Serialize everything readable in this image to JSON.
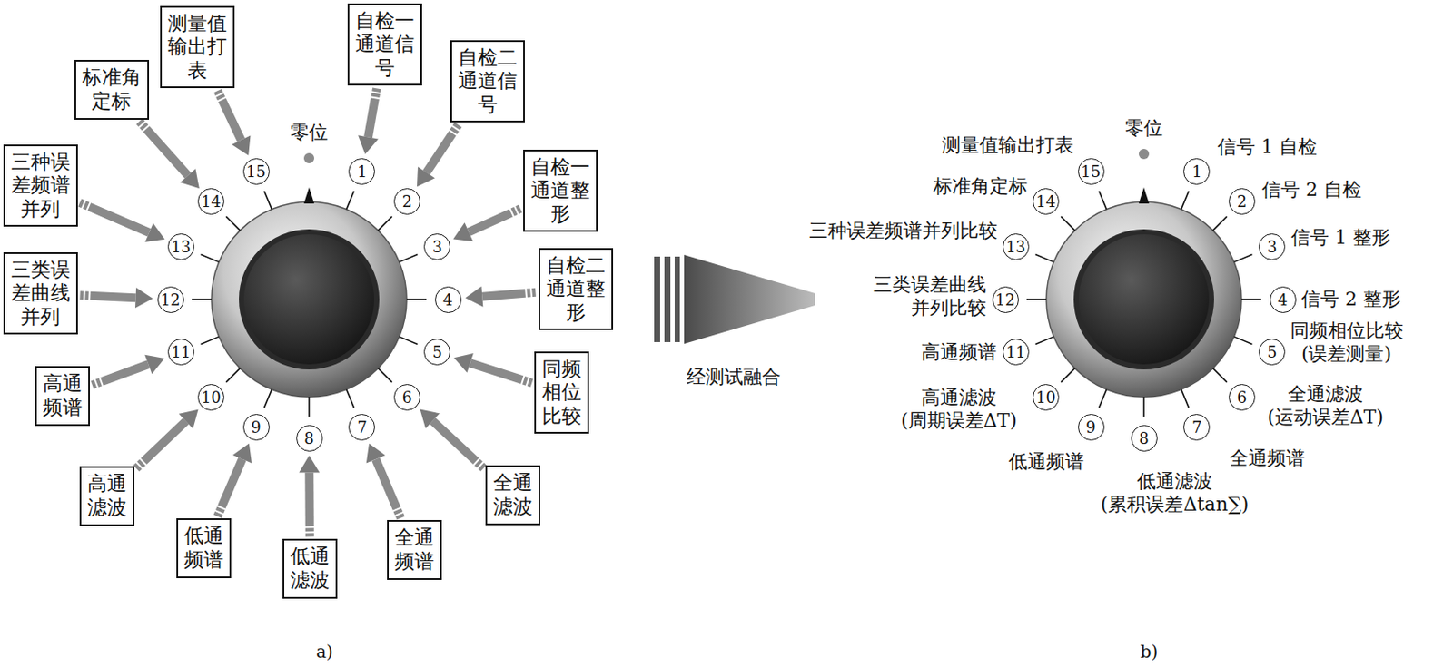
{
  "diagram": {
    "nodes": [
      {
        "text": [
          "自检一通道信号"
        ]
      },
      {
        "text": [
          "自检二通道信号"
        ]
      },
      {
        "text": [
          "自检一通道整形"
        ]
      },
      {
        "text": [
          "自检二通道整形"
        ]
      },
      {
        "text": [
          "同频相位比较"
        ]
      },
      {
        "text": [
          "全通滤波"
        ]
      },
      {
        "text": [
          "全通频谱"
        ]
      },
      {
        "text": [
          "低通滤波"
        ]
      },
      {
        "text": [
          "低通频谱"
        ]
      },
      {
        "text": [
          "高通滤波"
        ]
      },
      {
        "text": [
          "高通频谱"
        ]
      },
      {
        "text": [
          "三类误差曲线并列"
        ]
      },
      {
        "text": [
          "三种误差频谱并列"
        ]
      },
      {
        "text": [
          "标准角定标"
        ]
      },
      {
        "text": [
          "测量值输出打表"
        ]
      },
      {
        "text": [
          "1"
        ]
      },
      {
        "text": [
          "2"
        ]
      },
      {
        "text": [
          "3"
        ]
      },
      {
        "text": [
          "4"
        ]
      },
      {
        "text": [
          "5"
        ]
      },
      {
        "text": [
          "6"
        ]
      },
      {
        "text": [
          "7"
        ]
      },
      {
        "text": [
          "8"
        ]
      },
      {
        "text": [
          "9"
        ]
      },
      {
        "text": [
          "10"
        ]
      },
      {
        "text": [
          "11"
        ]
      },
      {
        "text": [
          "12"
        ]
      },
      {
        "text": [
          "13"
        ]
      },
      {
        "text": [
          "14"
        ]
      },
      {
        "text": [
          "15"
        ]
      },
      {
        "text": [
          "1"
        ]
      },
      {
        "text": [
          "2"
        ]
      },
      {
        "text": [
          "3"
        ]
      },
      {
        "text": [
          "4"
        ]
      },
      {
        "text": [
          "5"
        ]
      },
      {
        "text": [
          "6"
        ]
      },
      {
        "text": [
          "7"
        ]
      },
      {
        "text": [
          "8"
        ]
      },
      {
        "text": [
          "9"
        ]
      },
      {
        "text": [
          "10"
        ]
      },
      {
        "text": [
          "11"
        ]
      },
      {
        "text": [
          "12"
        ]
      },
      {
        "text": [
          "13"
        ]
      },
      {
        "text": [
          "14"
        ]
      },
      {
        "text": [
          "15"
        ]
      }
    ],
    "edges": [
      {
        "from": 0,
        "to": 15,
        "arrow": "to"
      },
      {
        "from": 1,
        "to": 16,
        "arrow": "to"
      },
      {
        "from": 2,
        "to": 17,
        "arrow": "to"
      },
      {
        "from": 3,
        "to": 18,
        "arrow": "to"
      },
      {
        "from": 4,
        "to": 19,
        "arrow": "to"
      },
      {
        "from": 5,
        "to": 20,
        "arrow": "to"
      },
      {
        "from": 6,
        "to": 21,
        "arrow": "to"
      },
      {
        "from": 7,
        "to": 22,
        "arrow": "to"
      },
      {
        "from": 8,
        "to": 23,
        "arrow": "to"
      },
      {
        "from": 9,
        "to": 24,
        "arrow": "to"
      },
      {
        "from": 10,
        "to": 25,
        "arrow": "to"
      },
      {
        "from": 11,
        "to": 26,
        "arrow": "to"
      },
      {
        "from": 12,
        "to": 27,
        "arrow": "to"
      },
      {
        "from": 13,
        "to": 28,
        "arrow": "to"
      },
      {
        "from": 14,
        "to": 29,
        "arrow": "to"
      }
    ],
    "labels": [
      "零位",
      "零位",
      "信号 1 自检",
      "信号 2 自检",
      "信号 1 整形",
      "信号 2 整形",
      "同频相位比较 (误差测量)",
      "全通滤波 (运动误差ΔT)",
      "全通频谱",
      "低通滤波 (累积误差Δtan∑)",
      "低通频谱",
      "高通滤波 (周期误差ΔT)",
      "高通频谱",
      "三类误差曲线 并列比较",
      "三种误差频谱并列比较",
      "标准角定标",
      "测量值输出打表",
      "经测试融合",
      "a)",
      "b)"
    ]
  }
}
